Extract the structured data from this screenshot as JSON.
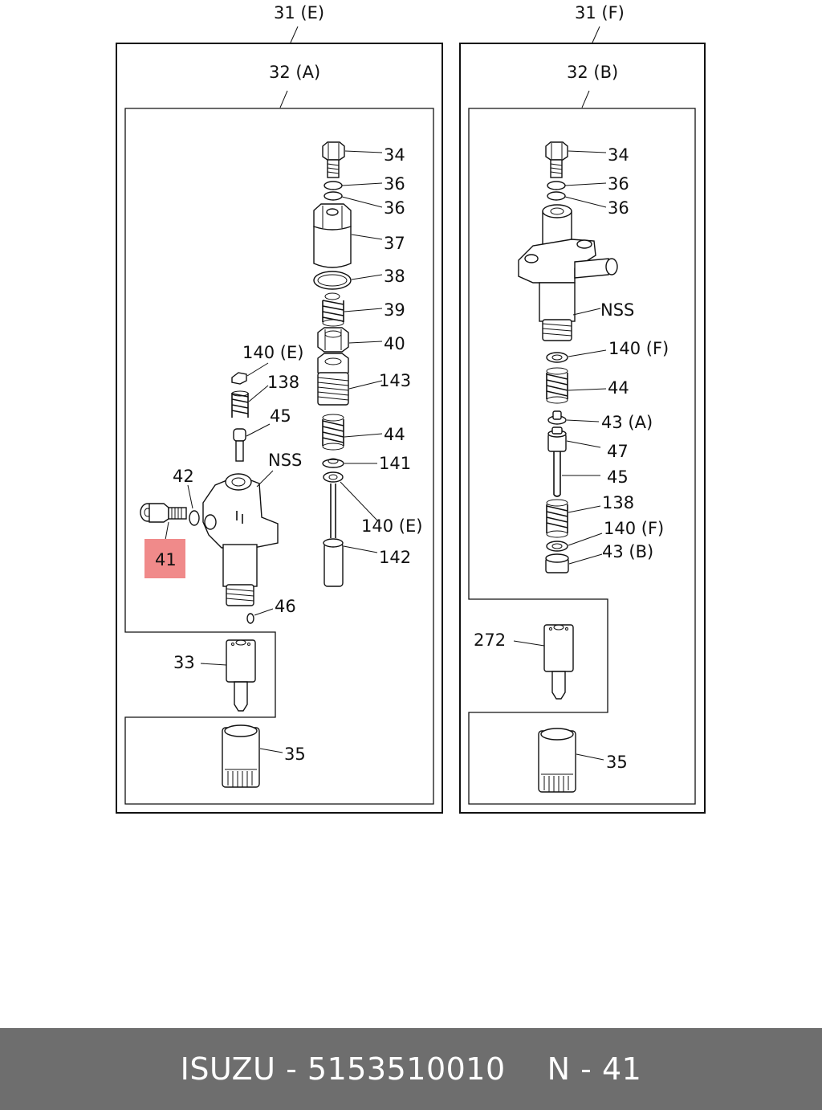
{
  "diagram": {
    "assemblies": {
      "left": {
        "label": "31 (E)",
        "sub_label": "32 (A)"
      },
      "right": {
        "label": "31 (F)",
        "sub_label": "32 (B)"
      }
    },
    "callouts_left": {
      "c34": "34",
      "c36a": "36",
      "c36b": "36",
      "c37": "37",
      "c38": "38",
      "c39": "39",
      "c40": "40",
      "c143": "143",
      "c44": "44",
      "c141": "141",
      "c140e_lower": "140 (E)",
      "c142": "142",
      "c140e_upper": "140 (E)",
      "c138": "138",
      "c45": "45",
      "cnss": "NSS",
      "c42": "42",
      "c41": "41",
      "c46": "46",
      "c33": "33",
      "c35": "35"
    },
    "callouts_right": {
      "c34": "34",
      "c36a": "36",
      "c36b": "36",
      "cnss": "NSS",
      "c140f_a": "140 (F)",
      "c44": "44",
      "c43a": "43 (A)",
      "c47": "47",
      "c45": "45",
      "c138": "138",
      "c140f_b": "140 (F)",
      "c43b": "43 (B)",
      "c272": "272",
      "c35": "35"
    },
    "highlight": {
      "part": "41",
      "color": "#f08a8a"
    }
  },
  "footer": {
    "brand": "ISUZU",
    "separator": "-",
    "part_number": "5153510010",
    "page_label": "N - 41",
    "background": "#6e6e6e"
  }
}
